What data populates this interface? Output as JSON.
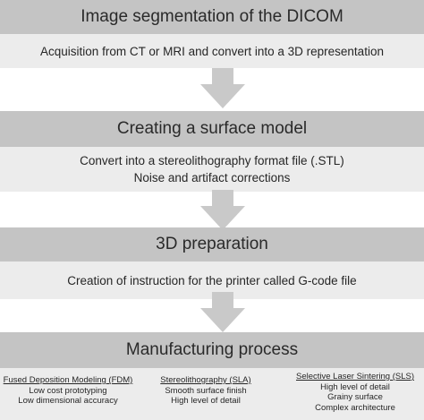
{
  "steps": [
    {
      "title": "Image segmentation of the DICOM",
      "lines": [
        "Acquisition from CT or MRI and convert into a 3D representation"
      ]
    },
    {
      "title": "Creating a surface model",
      "lines": [
        "Convert into a stereolithography format file (.STL)",
        "Noise and artifact corrections"
      ]
    },
    {
      "title": "3D preparation",
      "lines": [
        "Creation of instruction for the printer called G-code file"
      ]
    },
    {
      "title": "Manufacturing process",
      "methods": [
        {
          "title": "Fused Deposition Modeling (FDM)",
          "lines": [
            "Low cost prototyping",
            "Low dimensional accuracy"
          ]
        },
        {
          "title": "Stereolithography (SLA)",
          "lines": [
            "Smooth surface finish",
            "High level of detail"
          ]
        },
        {
          "title": "Selective Laser Sintering (SLS)",
          "lines": [
            "High level of detail",
            "Grainy surface",
            "Complex architecture"
          ]
        }
      ]
    }
  ],
  "colors": {
    "header": "#c4c4c4",
    "body": "#ececec",
    "arrow": "#c9c9c9"
  },
  "icons": [
    "arrow-down-icon"
  ]
}
